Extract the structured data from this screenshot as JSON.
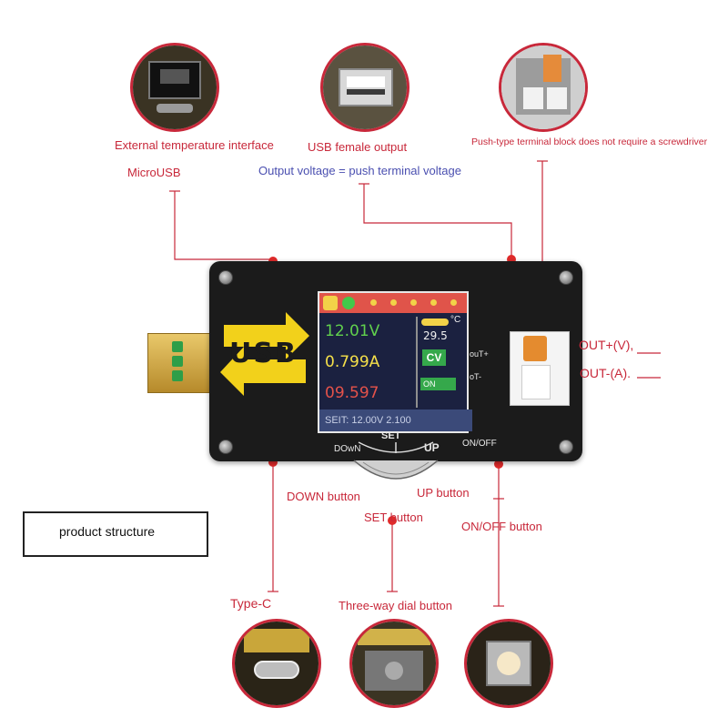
{
  "callouts": {
    "ext_temp": "External temperature interface",
    "microusb": "MicroUSB",
    "usb_female": "USB female output",
    "output_voltage": "Output voltage = push terminal voltage",
    "push_terminal": "Push-type terminal block does not require a screwdriver",
    "out_plus": "OUT+(V),",
    "out_minus": "OUT-(A).",
    "down_button": "DOWN button",
    "up_button": "UP button",
    "set_button": "SET button",
    "onoff_button": "ON/OFF button",
    "type_c": "Type-C",
    "three_way": "Three-way dial button"
  },
  "caption": "product structure",
  "device": {
    "logo_text": "USB",
    "voltage": "12.01V",
    "current": "0.799A",
    "power": "09.597",
    "temperature": "29.5",
    "temp_unit": "°C",
    "cv": "CV",
    "on": "ON",
    "set_line": "SEIT: 12.00V 2.100",
    "out_plus": "ouT+",
    "out_minus": "oT-",
    "onoff": "ON/OFF",
    "dial_down": "DOwN",
    "dial_set": "SET",
    "dial_up": "UP"
  },
  "colors": {
    "callout_red": "#c8283a",
    "callout_blue": "#4a4fb0",
    "voltage_green": "#61d14d",
    "current_yellow": "#f5e04a",
    "power_red": "#e4524a"
  }
}
